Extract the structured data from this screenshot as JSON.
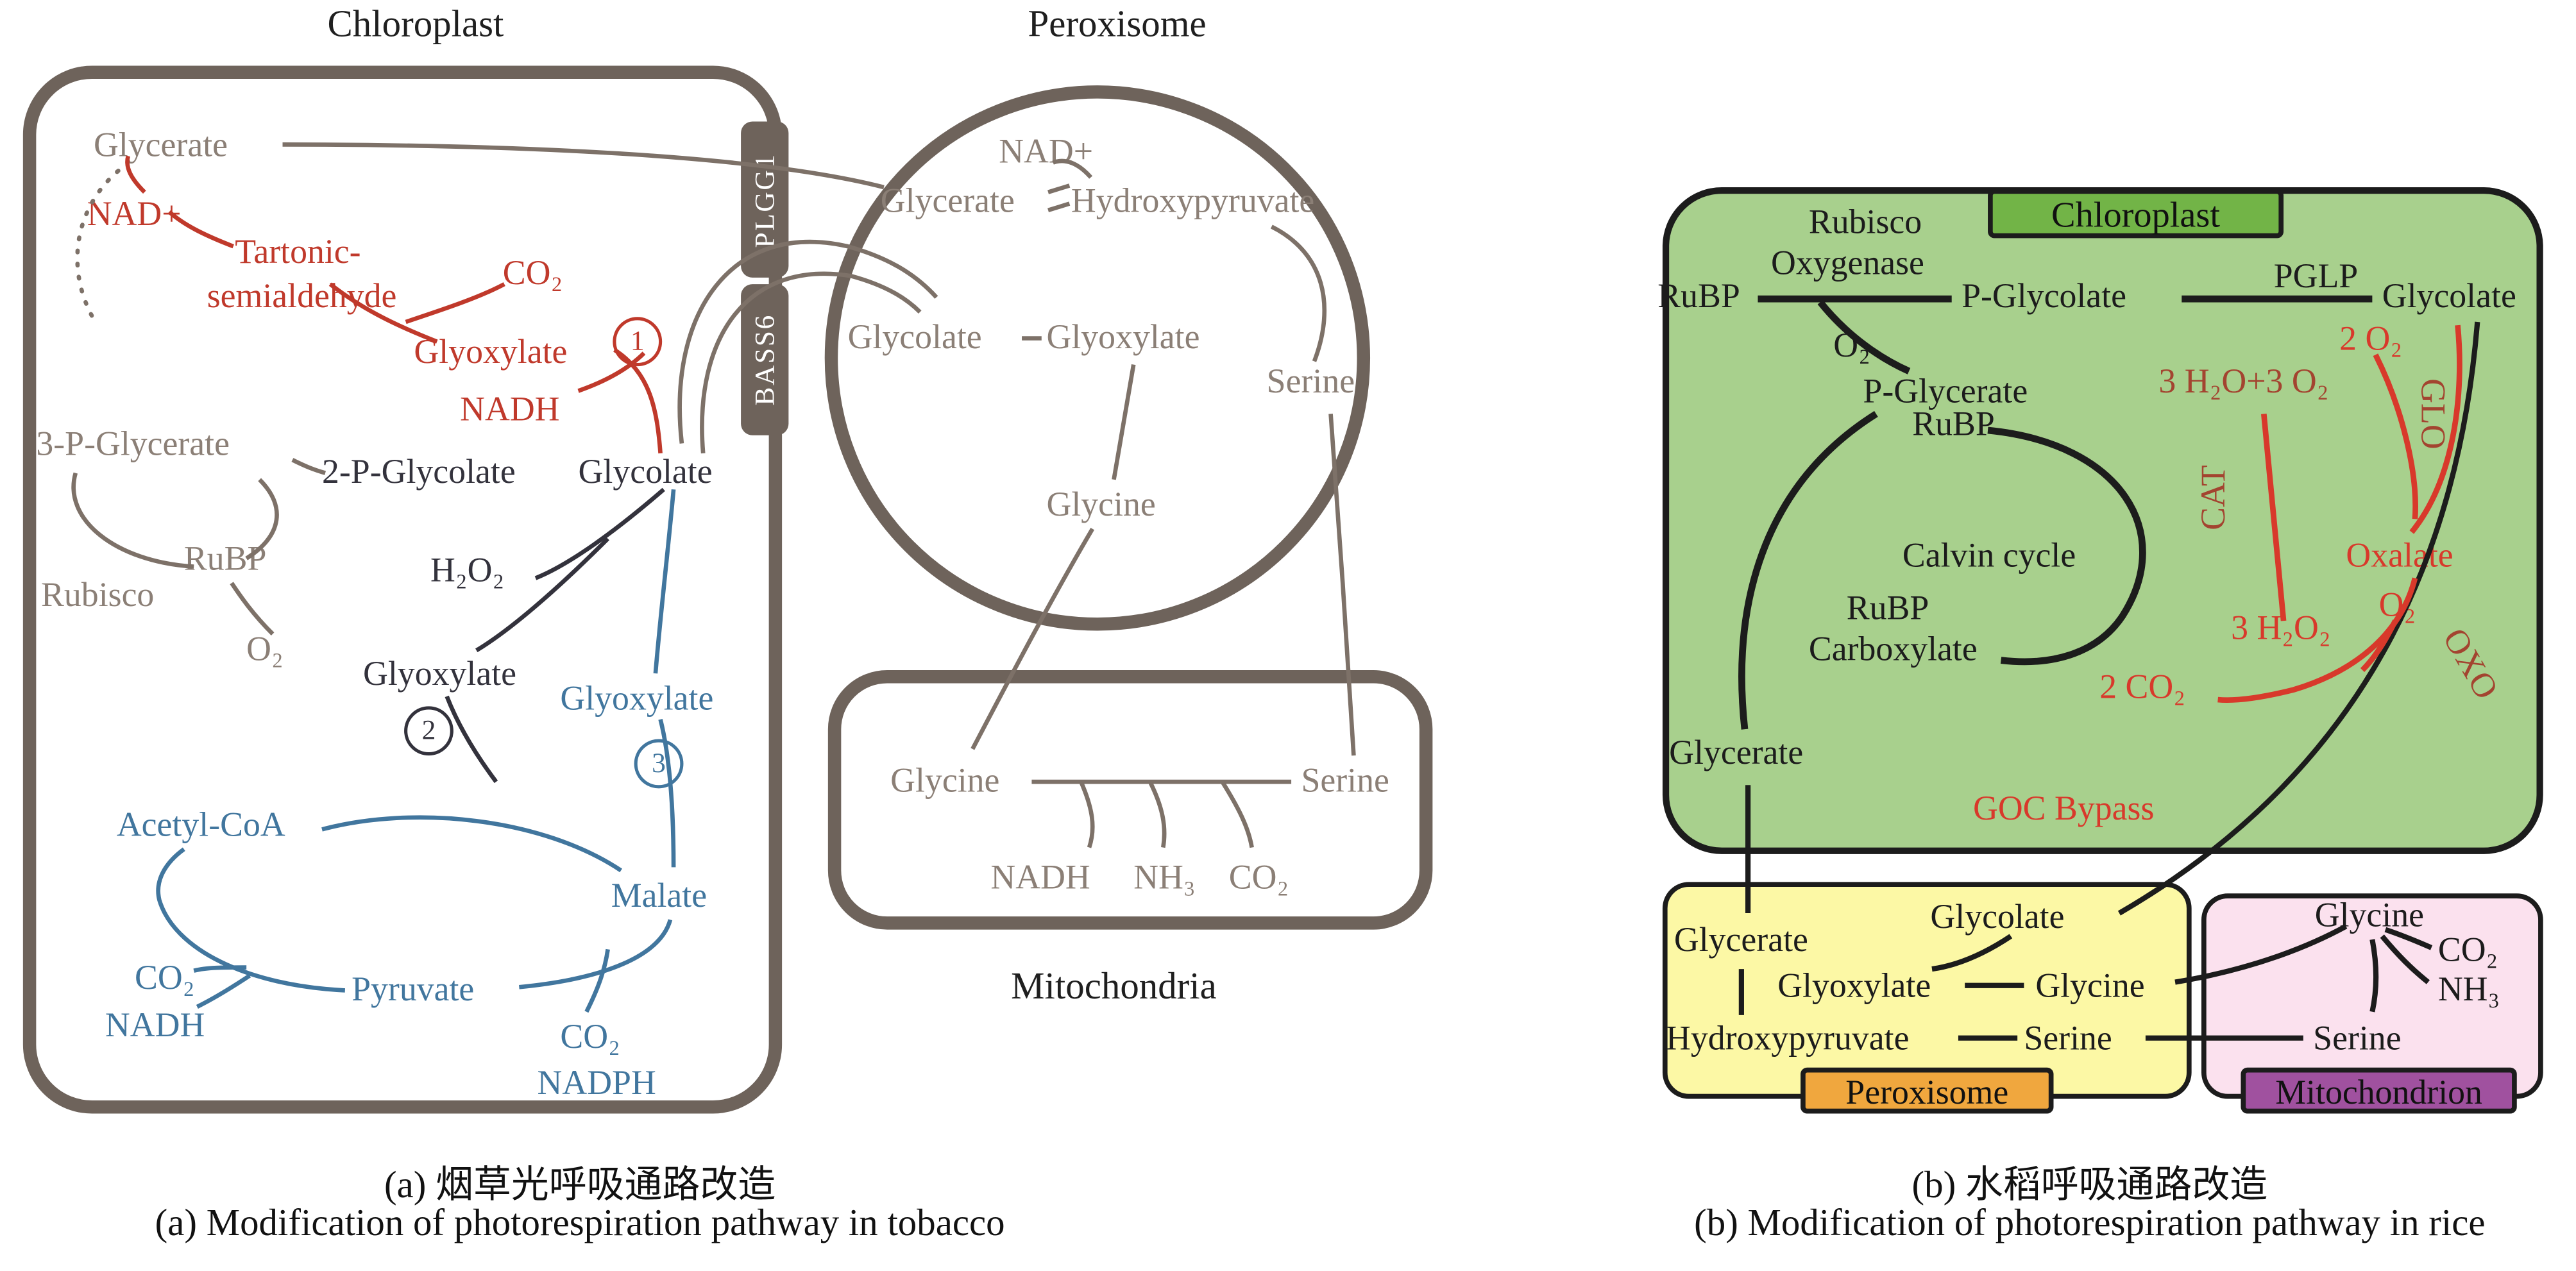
{
  "titles": {
    "chloroplast": "Chloroplast",
    "peroxisome": "Peroxisome",
    "mitochondria": "Mitochondria"
  },
  "captions": {
    "a_cn": "(a) 烟草光呼吸通路改造",
    "a_en": "(a) Modification of photorespiration pathway in tobacco",
    "b_cn": "(b) 水稻呼吸通路改造",
    "b_en": "(b) Modification of photorespiration pathway in rice"
  },
  "panel_a": {
    "transporters": {
      "plgg1": "PLGG1",
      "bass6": "BASS6"
    },
    "steps": {
      "s1": "1",
      "s2": "2",
      "s3": "3"
    },
    "chloroplast": {
      "glycerate": "Glycerate",
      "nad_plus": "NAD+",
      "tartronic1": "Tartonic-",
      "tartronic2": "semialdehyde",
      "co2": "CO₂",
      "glyoxylate_red": "Glyoxylate",
      "nadh": "NADH",
      "p3_glycerate": "3-P-Glycerate",
      "p2_glycolate": "2-P-Glycolate",
      "glycolate": "Glycolate",
      "rubp": "RuBP",
      "rubisco": "Rubisco",
      "o2": "O₂",
      "h2o2": "H₂O₂",
      "glyoxylate_black": "Glyoxylate",
      "glyoxylate_blue": "Glyoxylate",
      "acetyl_coa": "Acetyl-CoA",
      "malate": "Malate",
      "pyruvate": "Pyruvate",
      "co2_left": "CO₂",
      "nadh_blue": "NADH",
      "co2_right": "CO₂",
      "nadph": "NADPH"
    },
    "peroxisome": {
      "nad_plus": "NAD+",
      "glycerate": "Glycerate",
      "hydroxypyruvate": "Hydroxypyruvate",
      "glycolate": "Glycolate",
      "glyoxylate": "Glyoxylate",
      "serine": "Serine",
      "glycine": "Glycine"
    },
    "mitochondria": {
      "glycine": "Glycine",
      "serine": "Serine",
      "nadh": "NADH",
      "nh3": "NH₃",
      "co2": "CO₂"
    }
  },
  "panel_b": {
    "chloroplast": {
      "tab": "Chloroplast",
      "rubisco": "Rubisco",
      "oxygenase": "Oxygenase",
      "rubp_top": "RuBP",
      "p_glycolate": "P-Glycolate",
      "pglp": "PGLP",
      "glycolate": "Glycolate",
      "o2": "O₂",
      "p_glycerate": "P-Glycerate",
      "two_o2": "2 O₂",
      "water_oxygen": "3 H₂O+3 O₂",
      "glo": "GLO",
      "rubp_mid": "RuBP",
      "cat": "CAT",
      "calvin_cycle": "Calvin cycle",
      "oxalate": "Oxalate",
      "o2_red": "O₂",
      "rubp_bottom": "RuBP",
      "carboxylate": "Carboxylate",
      "peroxide": "3 H₂O₂",
      "oxo": "OXO",
      "two_co2": "2 CO₂",
      "glycerate": "Glycerate",
      "goc_bypass": "GOC Bypass"
    },
    "peroxisome": {
      "tab": "Peroxisome",
      "glycerate": "Glycerate",
      "glycolate": "Glycolate",
      "glyoxylate": "Glyoxylate",
      "glycine": "Glycine",
      "hydroxypyruvate": "Hydroxypyruvate",
      "serine": "Serine"
    },
    "mitochondrion": {
      "tab": "Mitochondrion",
      "glycine": "Glycine",
      "co2": "CO₂",
      "nh3": "NH₃",
      "serine": "Serine"
    }
  },
  "colors": {
    "gray_text": "#8b7f76",
    "arrow_gray": "#7d7168",
    "membrane": "#6e635b",
    "red_text": "#c0392b",
    "blue_text": "#41769e",
    "dark_text": "#33323c",
    "b_black": "#1c1c1c",
    "b_red": "#d8392b",
    "b_darkred": "#a34430",
    "green_fill": "#a8d08d",
    "green_tab": "#72b447",
    "yellow_fill": "#fcf8a5",
    "orange_tab": "#f0a73e",
    "pink_fill": "#fbe1ee",
    "purple_tab": "#a0519f"
  }
}
